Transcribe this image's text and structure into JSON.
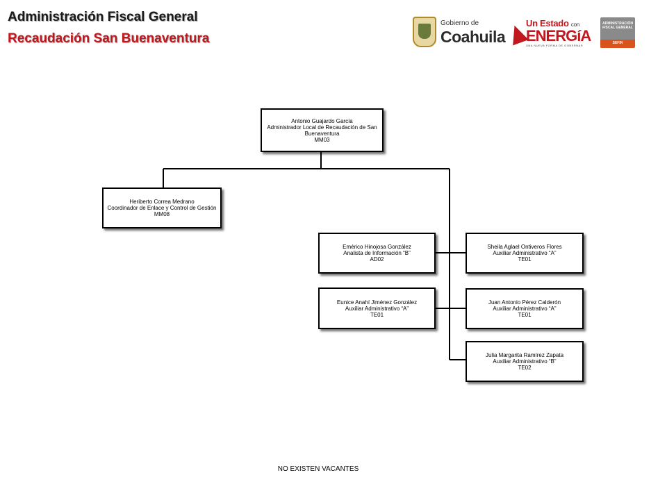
{
  "header": {
    "title": "Administración Fiscal General",
    "subtitle": "Recaudación San Buenaventura"
  },
  "logos": {
    "coahuila": {
      "line1": "Gobierno de",
      "line2": "Coahuila"
    },
    "energia": {
      "line1": "Un Estado",
      "line1_small": "con",
      "line2": "ENERGíA",
      "tagline": "UNA NUEVA FORMA DE GOBERNAR"
    },
    "afg": {
      "text": "ADMINISTRACIÓN FISCAL GENERAL",
      "band": "SEFIN"
    }
  },
  "org": {
    "head": {
      "name": "Antonio Guajardo García",
      "role": "Administrador Local de Recaudación de San Buenaventura",
      "code": "MM03"
    },
    "coordinator": {
      "name": "Heriberto Correa Medrano",
      "role": "Coordinador de Enlace y Control de Gestión",
      "code": "MM08"
    },
    "left_staff": [
      {
        "name": "Emérico Hinojosa González",
        "role": "Analista de Información “B”",
        "code": "AD02"
      },
      {
        "name": "Eunice Anahí Jiménez González",
        "role": "Auxiliar Administrativo “A”",
        "code": "TE01"
      }
    ],
    "right_staff": [
      {
        "name": "Sheila Aglael Ontiveros Flores",
        "role": "Auxiliar Administrativo “A”",
        "code": "TE01"
      },
      {
        "name": "Juan Antonio Pérez Calderón",
        "role": "Auxiliar Administrativo “A”",
        "code": "TE01"
      },
      {
        "name": "Julia Margarita Ramírez Zapata",
        "role": "Auxiliar Administrativo “B”",
        "code": "TE02"
      }
    ]
  },
  "footer": {
    "note": "NO EXISTEN VACANTES"
  }
}
